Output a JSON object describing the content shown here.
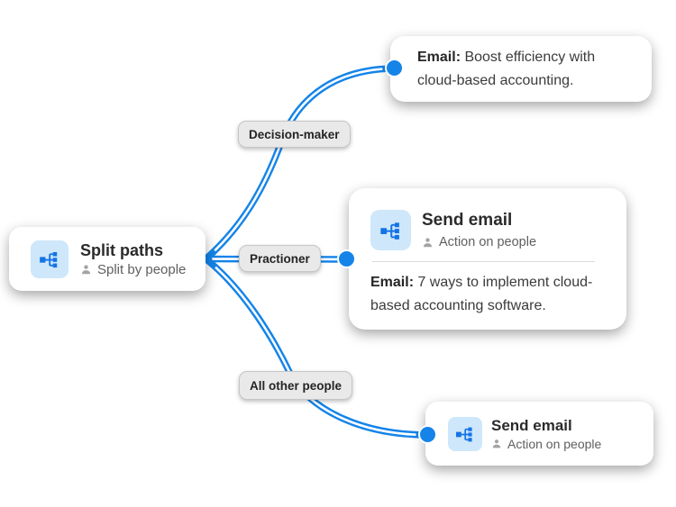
{
  "colors": {
    "accent-blue": "#1484E9",
    "icon-blue": "#1473E6",
    "icon-bg": "#CEE7FA",
    "pill-bg": "#E9E9E9",
    "pill-border": "#C6C6C6",
    "text-dark": "#2B2B2B",
    "text-gray": "#5F5F5F",
    "person-gray": "#A3A3A3",
    "divider-gray": "#DBDBDB"
  },
  "icons": {
    "node_icon": "split-tree-icon",
    "subtitle_icon": "person-icon",
    "connection_point": "blue-dot"
  },
  "split_node": {
    "title": "Split paths",
    "subtitle": "Split by people"
  },
  "branches": {
    "decision": {
      "label": "Decision-maker"
    },
    "practioner": {
      "label": "Practioner"
    },
    "all_other": {
      "label": "All other people"
    }
  },
  "email_preview": {
    "lead": "Email:",
    "text": " Boost efficiency with cloud-based accounting."
  },
  "send_email_practioner": {
    "title": "Send email",
    "subtitle": "Action on people",
    "body_lead": "Email:",
    "body_text": " 7 ways to implement cloud-based accounting software."
  },
  "send_email_all_other": {
    "title": "Send email",
    "subtitle": "Action on people"
  }
}
